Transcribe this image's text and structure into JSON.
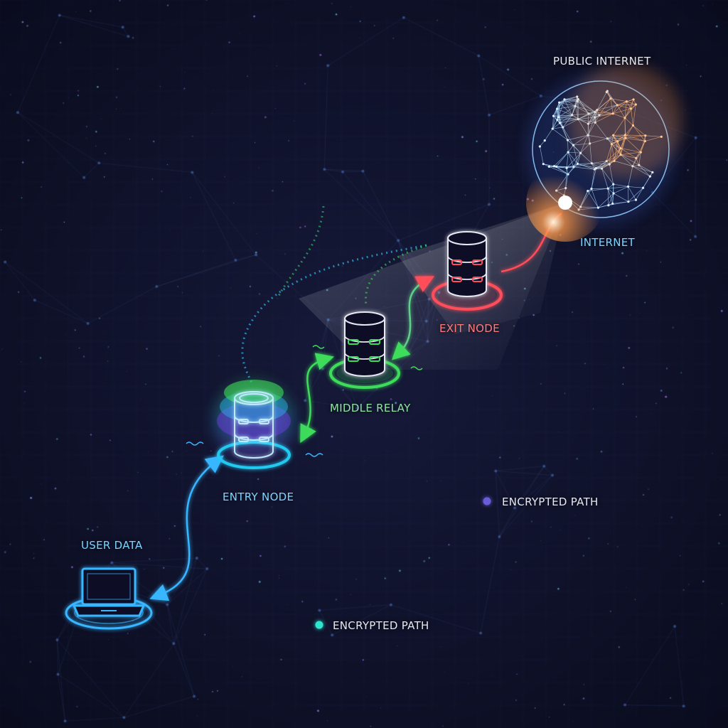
{
  "labels": {
    "public_internet": "PUBLIC INTERNET",
    "internet": "INTERNET",
    "exit_node": "EXIT NODE",
    "middle_relay": "MIDDLE RELAY",
    "entry_node": "ENTRY NODE",
    "user_data": "USER DATA",
    "legend_primary": "ENCRYPTED PATH",
    "legend_secondary": "ENCRYPTED PATH"
  },
  "colors": {
    "background": "#0f1126",
    "user": "#38b6ff",
    "entry": "#22c8f0",
    "middle": "#3ddc5a",
    "exit": "#ff4d5a",
    "globe": "#8ecbff",
    "globe_glow": "#ff9a4a",
    "label_blue": "#7cd4ff",
    "label_green": "#8fe3a0",
    "label_red": "#ff7a7a",
    "label_white": "#e6e8f2",
    "legend_dot_1": "#6a5cd8",
    "legend_dot_2": "#2ee6d0"
  },
  "icons": {
    "user": "laptop-icon",
    "entry": "server-stack-icon",
    "middle": "server-stack-icon",
    "exit": "server-stack-icon",
    "internet": "globe-network-icon"
  }
}
